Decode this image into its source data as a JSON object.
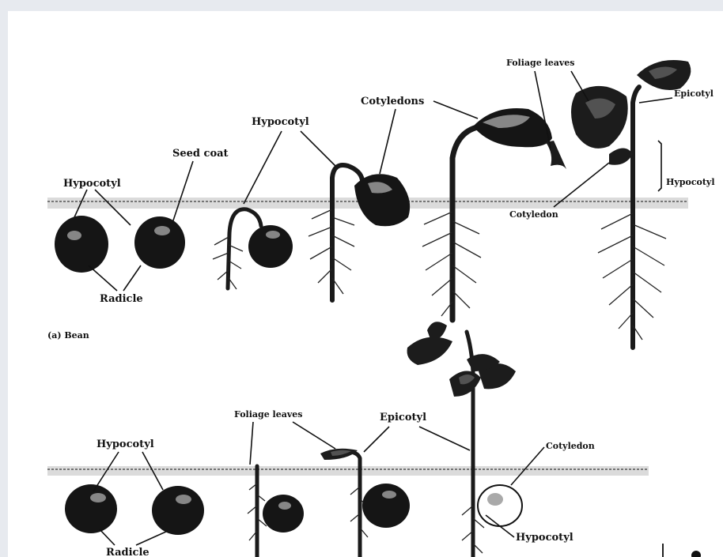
{
  "panel_a": {
    "caption": "(a) Bean",
    "labels": {
      "hypocotyl_left": "Hypocotyl",
      "seed_coat": "Seed coat",
      "radicle": "Radicle",
      "hypocotyl_mid": "Hypocotyl",
      "cotyledons": "Cotyledons",
      "foliage_leaves": "Foliage leaves",
      "epicotyl": "Epicotyl",
      "cotyledon": "Cotyledon",
      "hypocotyl_bracket": "Hypocotyl"
    }
  },
  "panel_b": {
    "labels": {
      "hypocotyl": "Hypocotyl",
      "radicle": "Radicle",
      "foliage_leaves": "Foliage leaves",
      "epicotyl": "Epicotyl",
      "cotyledon": "Cotyledon",
      "hypocotyl_right": "Hypocotyl"
    }
  }
}
